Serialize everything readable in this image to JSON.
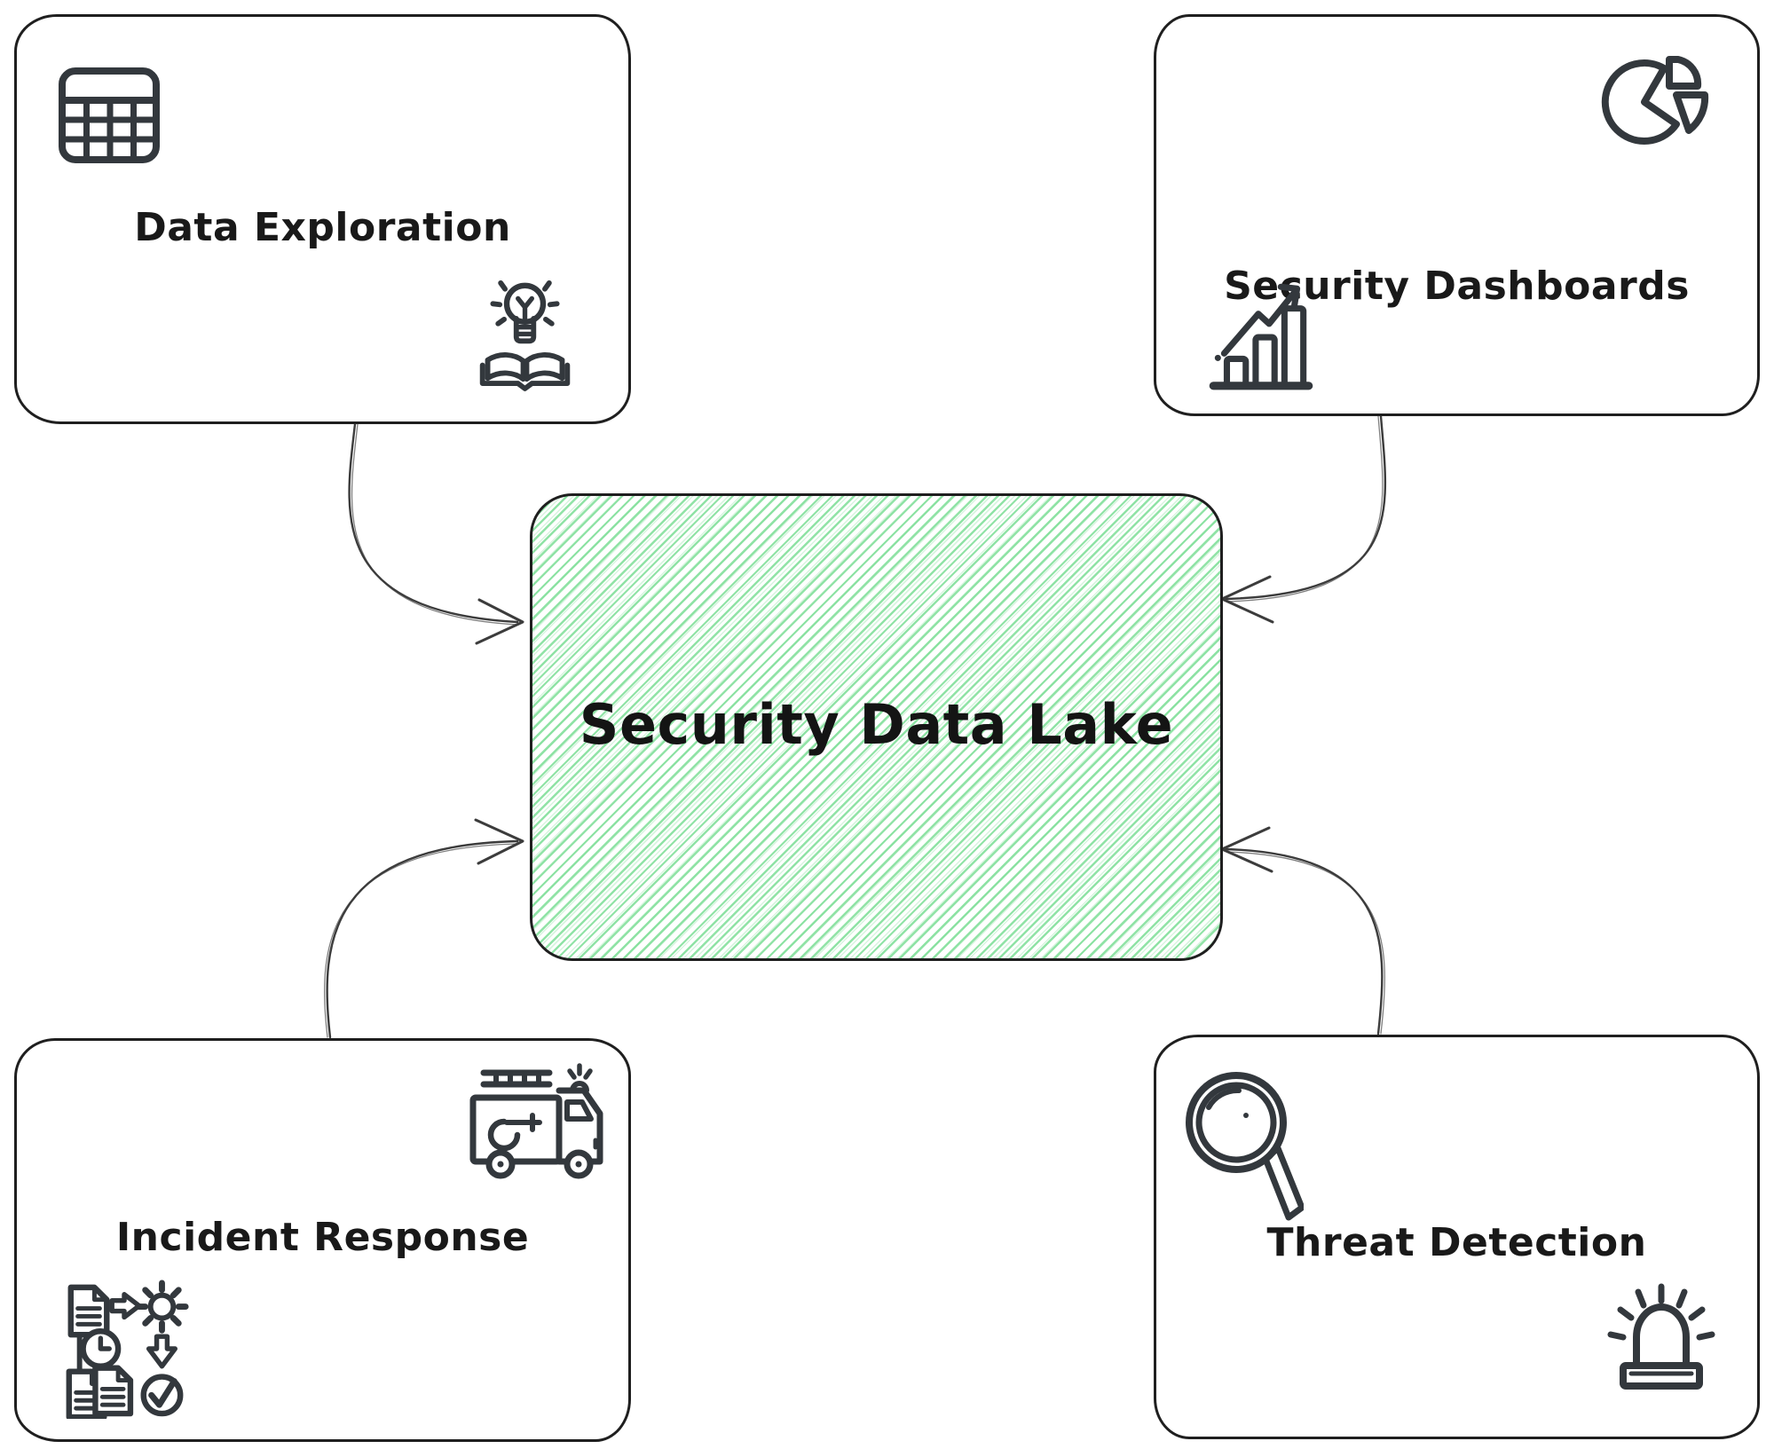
{
  "center_node": {
    "label": "Security Data Lake"
  },
  "nodes": {
    "data_exploration": {
      "label": "Data Exploration",
      "icons": [
        "table-icon",
        "idea-book-icon"
      ]
    },
    "security_dashboards": {
      "label": "Security Dashboards",
      "icons": [
        "pie-chart-icon",
        "bar-chart-growth-icon"
      ]
    },
    "incident_response": {
      "label": "Incident Response",
      "icons": [
        "fire-truck-icon",
        "workflow-process-icon"
      ]
    },
    "threat_detection": {
      "label": "Threat Detection",
      "icons": [
        "magnifying-glass-icon",
        "siren-icon"
      ]
    }
  },
  "connections": [
    {
      "from": "data_exploration",
      "to": "security_data_lake"
    },
    {
      "from": "security_dashboards",
      "to": "security_data_lake"
    },
    {
      "from": "incident_response",
      "to": "security_data_lake"
    },
    {
      "from": "threat_detection",
      "to": "security_data_lake"
    }
  ],
  "colors": {
    "box_stroke": "#1f1f1f",
    "icon_stroke": "#33383d",
    "connector_stroke": "#3c3c3c",
    "center_hatch_green": "#7cde96",
    "background": "#ffffff"
  }
}
